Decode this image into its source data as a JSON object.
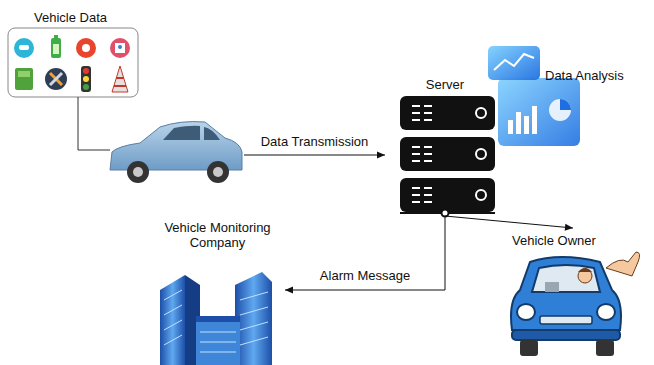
{
  "diagram": {
    "nodes": [
      {
        "text": [
          "Vehicle Data"
        ]
      },
      {
        "text": [
          "Server"
        ]
      },
      {
        "text": [
          "Data Analysis"
        ]
      },
      {
        "text": [
          "Vehicle Monitoring Company"
        ]
      },
      {
        "text": [
          "Vehicle Owner"
        ]
      }
    ],
    "edges": [
      {
        "from": 0,
        "to": 1,
        "arrow": "to",
        "label": "Data Transmission"
      },
      {
        "from": 1,
        "to": 3,
        "arrow": "to",
        "label": "Alarm Message"
      },
      {
        "from": 1,
        "to": 4,
        "arrow": "to"
      }
    ]
  }
}
